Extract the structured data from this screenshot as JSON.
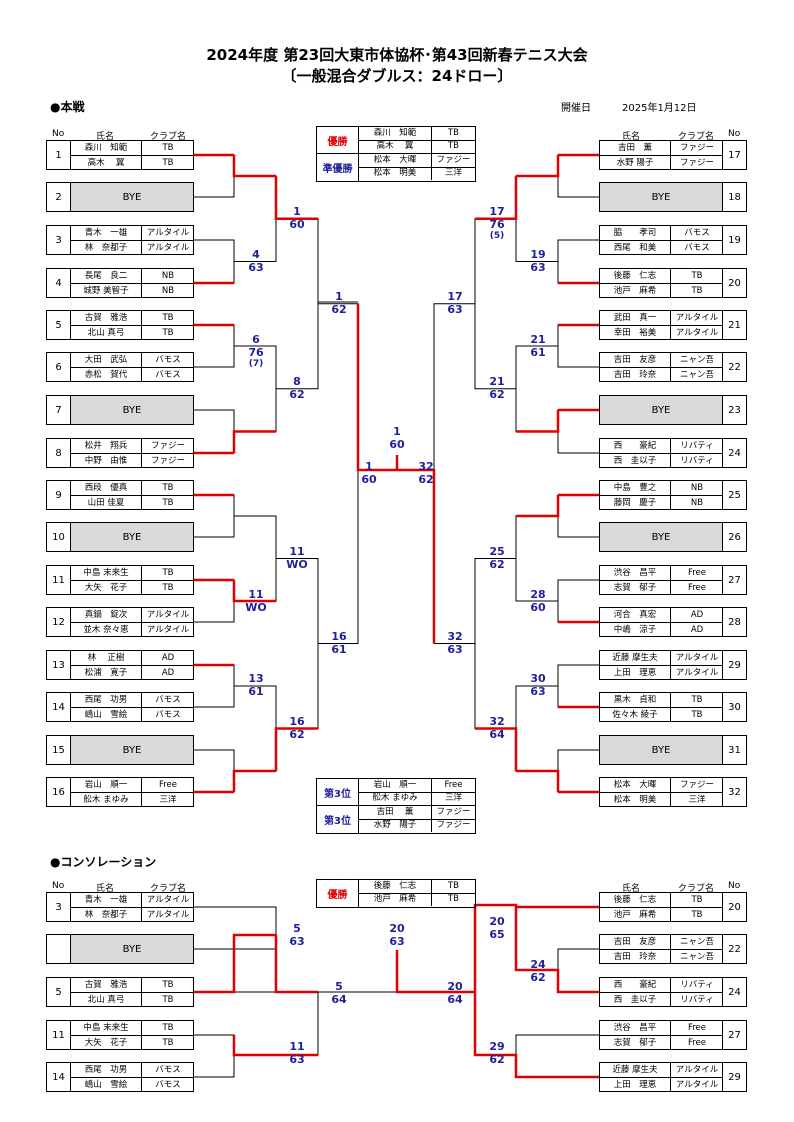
{
  "header": {
    "title1": "2024年度 第23回大東市体協杯･第43回新春テニス大会",
    "title2": "〔一般混合ダブルス：24ドロー〕",
    "main_section": "●本戦",
    "date_label": "開催日",
    "date_value": "2025年1月12日",
    "consolation_section": "●コンソレーション"
  },
  "columns": {
    "no": "No",
    "name": "氏名",
    "club": "クラブ名"
  },
  "main_left": [
    {
      "no": "1",
      "p1": "森川　知範",
      "c1": "TB",
      "p2": "高木　 翼",
      "c2": "TB"
    },
    {
      "no": "2",
      "bye": "BYE"
    },
    {
      "no": "3",
      "p1": "青木　一雄",
      "c1": "アルタイル",
      "p2": "林　奈都子",
      "c2": "アルタイル"
    },
    {
      "no": "4",
      "p1": "長尾　良二",
      "c1": "NB",
      "p2": "城野 美智子",
      "c2": "NB"
    },
    {
      "no": "5",
      "p1": "古賀　雅浩",
      "c1": "TB",
      "p2": "北山 真弓",
      "c2": "TB"
    },
    {
      "no": "6",
      "p1": "大田　武弘",
      "c1": "バモス",
      "p2": "赤松　賀代",
      "c2": "バモス"
    },
    {
      "no": "7",
      "bye": "BYE"
    },
    {
      "no": "8",
      "p1": "松井　翔兵",
      "c1": "ファジー",
      "p2": "中野　由惟",
      "c2": "ファジー"
    },
    {
      "no": "9",
      "p1": "西段　優真",
      "c1": "TB",
      "p2": "山田 佳夏",
      "c2": "TB"
    },
    {
      "no": "10",
      "bye": "BYE"
    },
    {
      "no": "11",
      "p1": "中島 末来生",
      "c1": "TB",
      "p2": "大矢　花子",
      "c2": "TB"
    },
    {
      "no": "12",
      "p1": "真鍋　錠次",
      "c1": "アルタイル",
      "p2": "並木 奈々恵",
      "c2": "アルタイル"
    },
    {
      "no": "13",
      "p1": "林　 正樹",
      "c1": "AD",
      "p2": "松浦　寛子",
      "c2": "AD"
    },
    {
      "no": "14",
      "p1": "西尾　功男",
      "c1": "バモス",
      "p2": "嶋山　雪絵",
      "c2": "バモス"
    },
    {
      "no": "15",
      "bye": "BYE"
    },
    {
      "no": "16",
      "p1": "岩山　順一",
      "c1": "Free",
      "p2": "舩木 まゆみ",
      "c2": "三洋"
    }
  ],
  "main_right": [
    {
      "no": "17",
      "p1": "吉田　薫",
      "c1": "ファジー",
      "p2": "水野 陽子",
      "c2": "ファジー"
    },
    {
      "no": "18",
      "bye": "BYE"
    },
    {
      "no": "19",
      "p1": "脇　　孝司",
      "c1": "バモス",
      "p2": "西尾　和美",
      "c2": "バモス"
    },
    {
      "no": "20",
      "p1": "後藤　仁志",
      "c1": "TB",
      "p2": "池戸　麻希",
      "c2": "TB"
    },
    {
      "no": "21",
      "p1": "武田　真一",
      "c1": "アルタイル",
      "p2": "幸田　裕美",
      "c2": "アルタイル"
    },
    {
      "no": "22",
      "p1": "吉田　友彦",
      "c1": "ニャン吾",
      "p2": "吉田　玲奈",
      "c2": "ニャン吾"
    },
    {
      "no": "23",
      "bye": "BYE"
    },
    {
      "no": "24",
      "p1": "西　　豪紀",
      "c1": "リバティ",
      "p2": "西　圭以子",
      "c2": "リバティ"
    },
    {
      "no": "25",
      "p1": "中島　豊之",
      "c1": "NB",
      "p2": "藤岡　慶子",
      "c2": "NB"
    },
    {
      "no": "26",
      "bye": "BYE"
    },
    {
      "no": "27",
      "p1": "渋谷　昌平",
      "c1": "Free",
      "p2": "志賀　郁子",
      "c2": "Free"
    },
    {
      "no": "28",
      "p1": "河合　真宏",
      "c1": "AD",
      "p2": "中嶋　涼子",
      "c2": "AD"
    },
    {
      "no": "29",
      "p1": "近藤 摩生夫",
      "c1": "アルタイル",
      "p2": "上田　理恵",
      "c2": "アルタイル"
    },
    {
      "no": "30",
      "p1": "黒木　貞和",
      "c1": "TB",
      "p2": "佐々木 綾子",
      "c2": "TB"
    },
    {
      "no": "31",
      "bye": "BYE"
    },
    {
      "no": "32",
      "p1": "松本　大暉",
      "c1": "ファジー",
      "p2": "松本　明美",
      "c2": "三洋"
    }
  ],
  "results_top": {
    "winner_label": "優勝",
    "runner_label": "準優勝",
    "rows": [
      {
        "n": "森川　知範",
        "c": "TB"
      },
      {
        "n": "高木　 翼",
        "c": "TB"
      },
      {
        "n": "松本　大暉",
        "c": "ファジー"
      },
      {
        "n": "松本　明美",
        "c": "三洋"
      }
    ]
  },
  "results_third": {
    "label": "第3位",
    "rows": [
      {
        "n": "岩山　順一",
        "c": "Free"
      },
      {
        "n": "舩木 まゆみ",
        "c": "三洋"
      },
      {
        "n": "吉田　 薫",
        "c": "ファジー"
      },
      {
        "n": "水野　陽子",
        "c": "ファジー"
      }
    ]
  },
  "main_scores": {
    "r1_left": [
      {
        "w": "1",
        "s": "60"
      },
      {
        "w": "4",
        "s": "63"
      },
      {
        "w": "6",
        "s": "76",
        "t": "(7)"
      },
      {
        "w": "8",
        "s": "62"
      },
      {
        "w": "11",
        "s": "WO"
      },
      {
        "w": "11",
        "s": "WO"
      },
      {
        "w": "13",
        "s": "61"
      },
      {
        "w": "16",
        "s": "62"
      }
    ],
    "r2_left": [
      {
        "w": "1",
        "s": "62"
      },
      {
        "w": "16",
        "s": "61"
      }
    ],
    "sf_left": {
      "w": "1",
      "s": "60"
    },
    "final": {
      "w": "1",
      "s": "60"
    },
    "r1_right": [
      {
        "w": "17",
        "s": "76",
        "t": "(5)"
      },
      {
        "w": "19",
        "s": "63"
      },
      {
        "w": "21",
        "s": "61"
      },
      {
        "w": "21",
        "s": "62"
      },
      {
        "w": "25",
        "s": "62"
      },
      {
        "w": "28",
        "s": "60"
      },
      {
        "w": "30",
        "s": "63"
      },
      {
        "w": "32",
        "s": "64"
      }
    ],
    "r2_right": [
      {
        "w": "17",
        "s": "63"
      },
      {
        "w": "32",
        "s": "63"
      }
    ],
    "sf_right": {
      "w": "32",
      "s": "62"
    }
  },
  "consolation_left": [
    {
      "no": "3",
      "p1": "青木　一雄",
      "c1": "アルタイル",
      "p2": "林　奈都子",
      "c2": "アルタイル"
    },
    {
      "no": "",
      "bye": "BYE"
    },
    {
      "no": "5",
      "p1": "古賀　雅浩",
      "c1": "TB",
      "p2": "北山 真弓",
      "c2": "TB"
    },
    {
      "no": "11",
      "p1": "中島 末来生",
      "c1": "TB",
      "p2": "大矢　花子",
      "c2": "TB"
    },
    {
      "no": "14",
      "p1": "西尾　功男",
      "c1": "バモス",
      "p2": "嶋山　雪絵",
      "c2": "バモス"
    }
  ],
  "consolation_right": [
    {
      "no": "20",
      "p1": "後藤　仁志",
      "c1": "TB",
      "p2": "池戸　麻希",
      "c2": "TB"
    },
    {
      "no": "22",
      "p1": "吉田　友彦",
      "c1": "ニャン吾",
      "p2": "吉田　玲奈",
      "c2": "ニャン吾"
    },
    {
      "no": "24",
      "p1": "西　　豪紀",
      "c1": "リバティ",
      "p2": "西　圭以子",
      "c2": "リバティ"
    },
    {
      "no": "27",
      "p1": "渋谷　昌平",
      "c1": "Free",
      "p2": "志賀　郁子",
      "c2": "Free"
    },
    {
      "no": "29",
      "p1": "近藤 摩生夫",
      "c1": "アルタイル",
      "p2": "上田　理恵",
      "c2": "アルタイル"
    }
  ],
  "consolation_result": {
    "winner_label": "優勝",
    "rows": [
      {
        "n": "後藤　仁志",
        "c": "TB"
      },
      {
        "n": "池戸　麻希",
        "c": "TB"
      }
    ]
  },
  "consolation_scores": {
    "l1": {
      "w": "5",
      "s": "63"
    },
    "l2": {
      "w": "11",
      "s": "63"
    },
    "lsf": {
      "w": "5",
      "s": "64"
    },
    "final": {
      "w": "20",
      "s": "63"
    },
    "rsf": {
      "w": "20",
      "s": "64"
    },
    "r1": {
      "w": "20",
      "s": "65"
    },
    "r2": {
      "w": "24",
      "s": "62"
    },
    "r3": {
      "w": "29",
      "s": "62"
    }
  },
  "colors": {
    "win_line": "#e00000",
    "score": "#1f1f9a",
    "bye_bg": "#d9d9d9"
  }
}
